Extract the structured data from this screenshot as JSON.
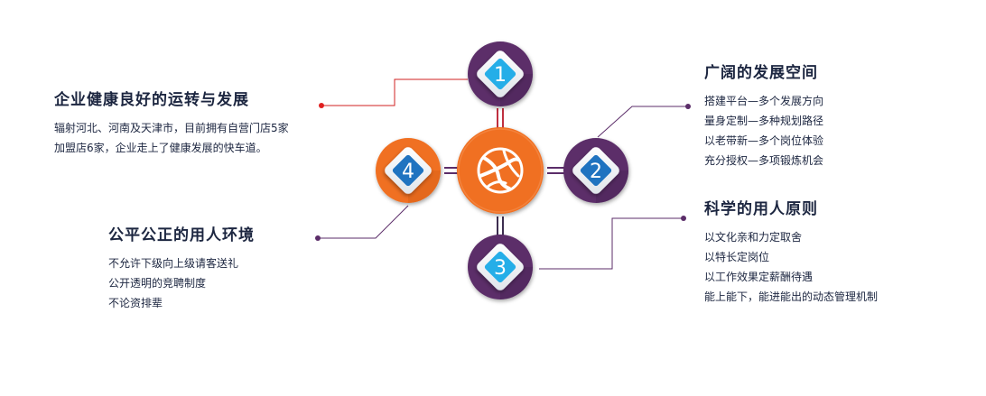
{
  "hub": {
    "icon": "network-globe-icon",
    "color": "#f07020"
  },
  "colors": {
    "purple": "#5b2d69",
    "orange": "#f07020",
    "red_dot": "#e02020",
    "diamond_blue": "#1f73c0",
    "diamond_cyan": "#25aee8"
  },
  "nodes": [
    {
      "number": "1",
      "color": "#5b2d69"
    },
    {
      "number": "2",
      "color": "#5b2d69"
    },
    {
      "number": "3",
      "color": "#5b2d69"
    },
    {
      "number": "4",
      "color": "#f07020"
    }
  ],
  "blocks": {
    "b1": {
      "title": "企业健康良好的运转与发展",
      "lines": [
        "辐射河北、河南及天津市，目前拥有自营门店5家",
        "加盟店6家，企业走上了健康发展的快车道。"
      ]
    },
    "b2": {
      "title": "广阔的发展空间",
      "lines": [
        "搭建平台—多个发展方向",
        "量身定制—多种规划路径",
        "以老带新—多个岗位体验",
        "充分授权—多项锻炼机会"
      ]
    },
    "b3": {
      "title": "科学的用人原则",
      "lines": [
        "以文化亲和力定取舍",
        "以特长定岗位",
        "以工作效果定薪酬待遇",
        "能上能下，能进能出的动态管理机制"
      ]
    },
    "b4": {
      "title": "公平公正的用人环境",
      "lines": [
        "不允许下级向上级请客送礼",
        "公开透明的竞聘制度",
        "不论资排辈"
      ]
    }
  }
}
